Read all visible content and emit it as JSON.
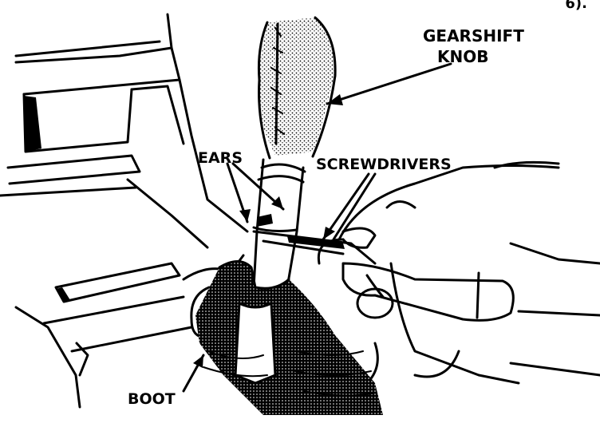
{
  "corner_text": "6).",
  "labels": {
    "gearshift_line1": "GEARSHIFT",
    "gearshift_line2": "KNOB",
    "ears": "EARS",
    "screwdrivers": "SCREWDRIVERS",
    "boot": "BOOT"
  },
  "colors": {
    "ink": "#000000",
    "paper": "#ffffff"
  }
}
